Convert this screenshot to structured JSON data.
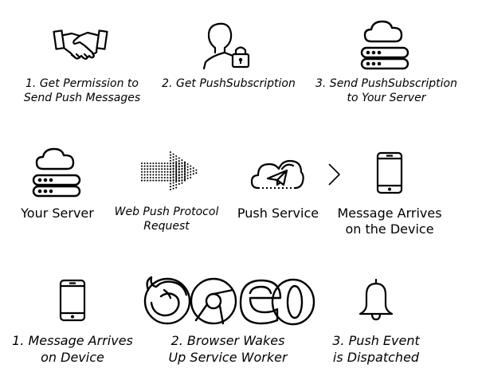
{
  "row1": {
    "step1": "1. Get Permission to\nSend Push Messages",
    "step2": "2. Get PushSubscription",
    "step3": "3. Send PushSubscription\nto Your Server"
  },
  "row2": {
    "server": "Your Server",
    "protocol": "Web Push Protocol\nRequest",
    "push_service": "Push Service",
    "device": "Message Arrives\non the Device"
  },
  "row3": {
    "step1": "1. Message Arrives\non Device",
    "step2": "2. Browser Wakes\nUp Service Worker",
    "step3": "3. Push Event\nis Dispatched"
  },
  "icons": {
    "handshake": "handshake-icon",
    "user_lock": "user-lock-icon",
    "cloud_server": "cloud-server-icon",
    "dotted_arrow": "dotted-arrow-icon",
    "cloud_send": "cloud-send-icon",
    "chevron": "chevron-right-icon",
    "phone": "phone-icon",
    "browsers": "browser-logos-icon",
    "bell": "bell-icon"
  }
}
